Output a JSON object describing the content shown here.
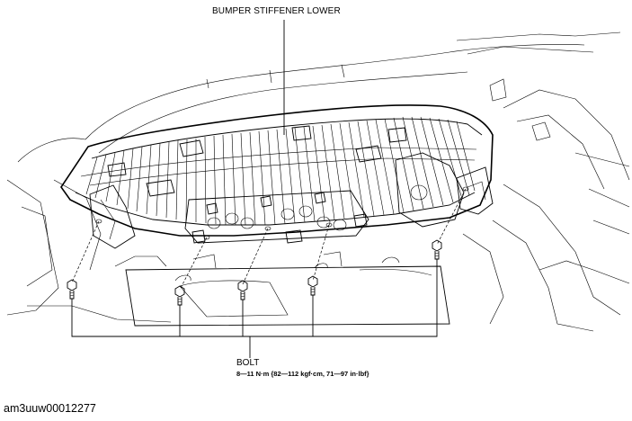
{
  "callouts": {
    "part_label": "BUMPER STIFFENER LOWER",
    "bolt_label": "BOLT",
    "bolt_torque": "8—11 N·m {82—112 kgf·cm, 71—97 in·lbf}"
  },
  "figure_code": "am3uuw00012277"
}
